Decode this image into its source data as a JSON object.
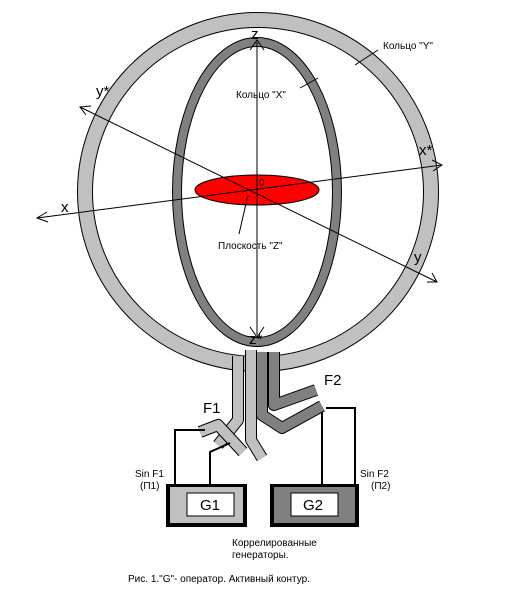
{
  "labels": {
    "ring_y": "Кольцо \"Y\"",
    "ring_x": "Кольцо \"X\"",
    "plane_z": "Плоскость \"Z\"",
    "origin": "0",
    "axis_z": "z",
    "axis_z_star": "z*",
    "axis_x": "x",
    "axis_x_star": "x*",
    "axis_y": "y",
    "axis_y_star": "y*",
    "f1": "F1",
    "f2": "F2",
    "sin_f1": "Sin F1",
    "p1": "(П1)",
    "sin_f2": "Sin F2",
    "p2": "(П2)",
    "g1": "G1",
    "g2": "G2",
    "generators_line1": "Коррелированные",
    "generators_line2": "генераторы.",
    "caption": "Рис. 1.\"G\"- оператор. Активный контур."
  },
  "colors": {
    "ring_y": "#c0c0c0",
    "ring_x": "#808080",
    "plane_z": "#ff0000",
    "g1_fill": "#c0c0c0",
    "g2_fill": "#808080",
    "outline": "#000000"
  }
}
